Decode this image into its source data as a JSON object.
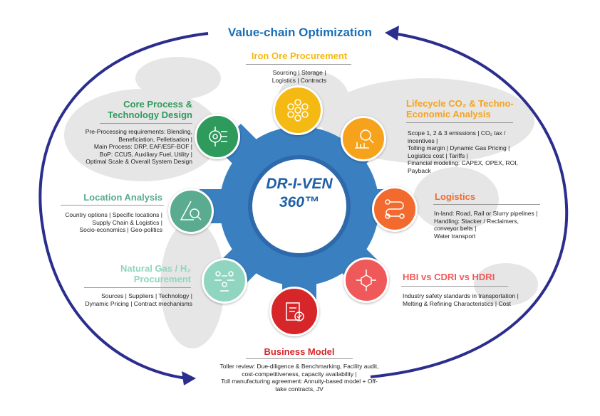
{
  "title": "Value-chain Optimization",
  "hub": {
    "line1": "DR-I-VEN",
    "line2": "360™"
  },
  "colors": {
    "arrow": "#2b2e8c",
    "gear": "#3a7fc0",
    "title": "#1a6fb8"
  },
  "nodes": [
    {
      "id": "iron-ore",
      "title": "Iron Ore Procurement",
      "color": "#f5b914",
      "icon": "network-circles-icon",
      "desc": [
        "Sourcing | Storage |",
        "Logistics | Contracts"
      ]
    },
    {
      "id": "lifecycle",
      "title": "Lifecycle CO₂ & Techno-Economic Analysis",
      "color": "#f7a21b",
      "icon": "financial-chart-icon",
      "desc": [
        "Scope 1, 2 & 3 emissions | CO₂ tax /",
        "incentives |",
        "Tolling margin | Dynamic Gas Pricing |",
        "Logistics cost | Tariffs |",
        "Financial modeling: CAPEX, OPEX, ROI,",
        "Payback"
      ]
    },
    {
      "id": "logistics",
      "title": "Logistics",
      "color": "#f26a2e",
      "icon": "route-icon",
      "desc": [
        "In-land: Road, Rail or Slurry pipelines |",
        "Handling: Stacker / Reclaimers,",
        "conveyor belts |",
        "Water transport"
      ]
    },
    {
      "id": "hbi",
      "title": "HBI vs CDRI vs HDRI",
      "color": "#f0595a",
      "icon": "cube-network-icon",
      "desc": [
        "Industry safety standards in transportation |",
        "Melting & Refining Characteristics | Cost"
      ]
    },
    {
      "id": "business",
      "title": "Business Model",
      "color": "#d7262a",
      "icon": "clipboard-check-icon",
      "desc": [
        "Toller review: Due-diligence & Benchmarking, Facility audit,",
        "cost-competitiveness, capacity availability |",
        "Toll manufacturing agreement:  Annuity-based model + Off-",
        "take contracts, JV"
      ]
    },
    {
      "id": "natgas",
      "title": "Natural Gas / H₂ Procurement",
      "color": "#8fd5c0",
      "icon": "people-exchange-icon",
      "desc": [
        "Sources | Suppliers | Technology |",
        "Dynamic Pricing | Contract mechanisms"
      ]
    },
    {
      "id": "location",
      "title": "Location Analysis",
      "color": "#5aab90",
      "icon": "map-search-icon",
      "desc": [
        "Country options | Specific locations |",
        "Supply Chain & Logistics |",
        "Socio-economics | Geo-politics"
      ]
    },
    {
      "id": "core",
      "title": "Core Process & Technology Design",
      "color": "#2e9a5c",
      "icon": "circuit-gear-icon",
      "desc": [
        "Pre-Processing requirements: Blending,",
        "Beneficiation, Pelletisation |",
        "Main Process: DRP, EAF/ESF-BOF |",
        "BoP: CCUS, Auxiliary Fuel, Utility |",
        "Optimal Scale & Overall System Design"
      ]
    }
  ]
}
